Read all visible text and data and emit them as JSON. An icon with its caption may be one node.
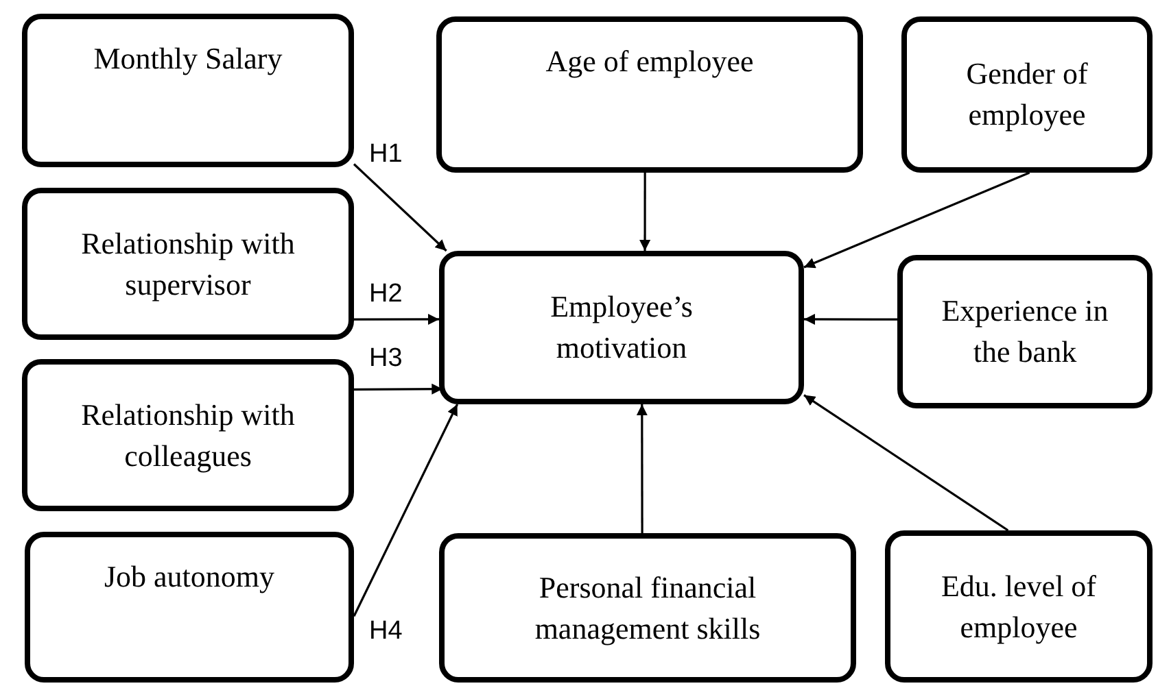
{
  "diagram": {
    "nodes": [
      {
        "text": [
          "Monthly Salary"
        ]
      },
      {
        "text": [
          "Age of employee"
        ]
      },
      {
        "text": [
          "Gender of employee"
        ]
      },
      {
        "text": [
          "Relationship with supervisor"
        ]
      },
      {
        "text": [
          "Employee’s motivation"
        ]
      },
      {
        "text": [
          "Experience in the bank"
        ]
      },
      {
        "text": [
          "Relationship with colleagues"
        ]
      },
      {
        "text": [
          "Job autonomy"
        ]
      },
      {
        "text": [
          "Personal financial management skills"
        ]
      },
      {
        "text": [
          "Edu. level of employee"
        ]
      }
    ],
    "edges": [
      {
        "from": 0,
        "to": 4,
        "arrow": "to",
        "label": "H1"
      },
      {
        "from": 3,
        "to": 4,
        "arrow": "to",
        "label": "H2"
      },
      {
        "from": 6,
        "to": 4,
        "arrow": "to",
        "label": "H3"
      },
      {
        "from": 7,
        "to": 4,
        "arrow": "to",
        "label": "H4"
      },
      {
        "from": 1,
        "to": 4,
        "arrow": "to"
      },
      {
        "from": 2,
        "to": 4,
        "arrow": "to"
      },
      {
        "from": 5,
        "to": 4,
        "arrow": "to"
      },
      {
        "from": 8,
        "to": 4,
        "arrow": "to"
      },
      {
        "from": 9,
        "to": 4,
        "arrow": "to"
      }
    ]
  }
}
